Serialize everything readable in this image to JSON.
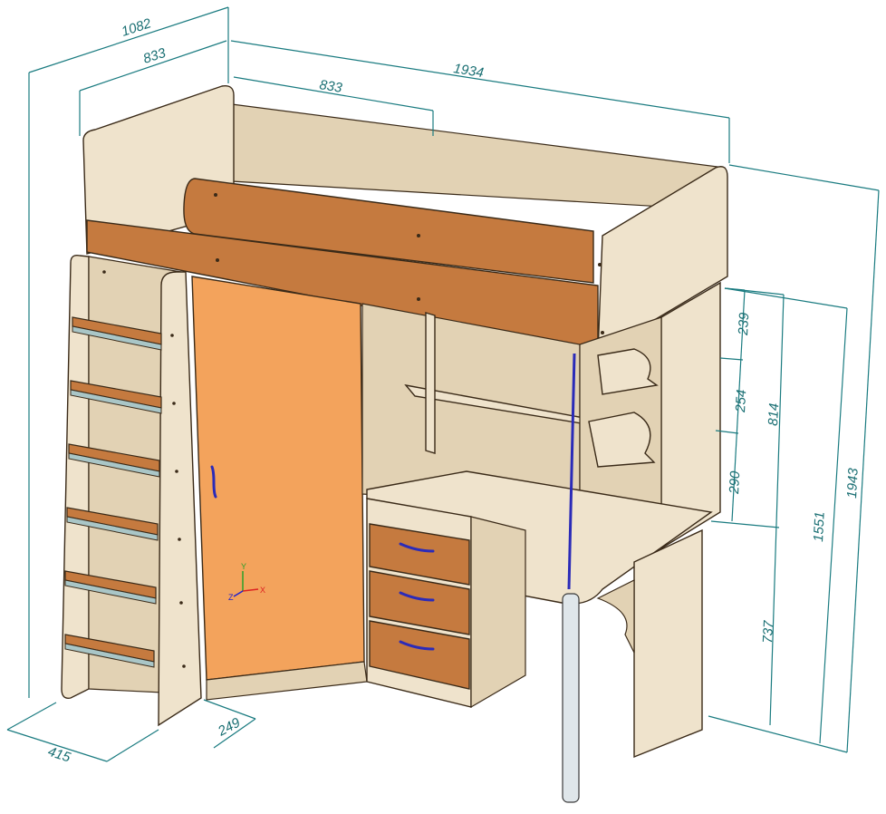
{
  "dimensions": {
    "depth_total": "1082",
    "depth_bed": "833",
    "length_total": "1934",
    "length_inner": "833",
    "shelf_1": "239",
    "shelf_2": "254",
    "shelf_3": "290",
    "upper_section": "814",
    "bed_height": "1551",
    "total_height": "1943",
    "desk_height": "737",
    "base_depth": "415",
    "plinth": "249"
  },
  "colors": {
    "dimension_lines": "#1a7b80",
    "panel_wood": "#efe3cc",
    "accent_wood": "#c57a3f",
    "door_orange": "#f3a35c",
    "handle_blue": "#2b2bb8"
  },
  "icons": {
    "axis_triad": "xyz-axis-icon"
  }
}
